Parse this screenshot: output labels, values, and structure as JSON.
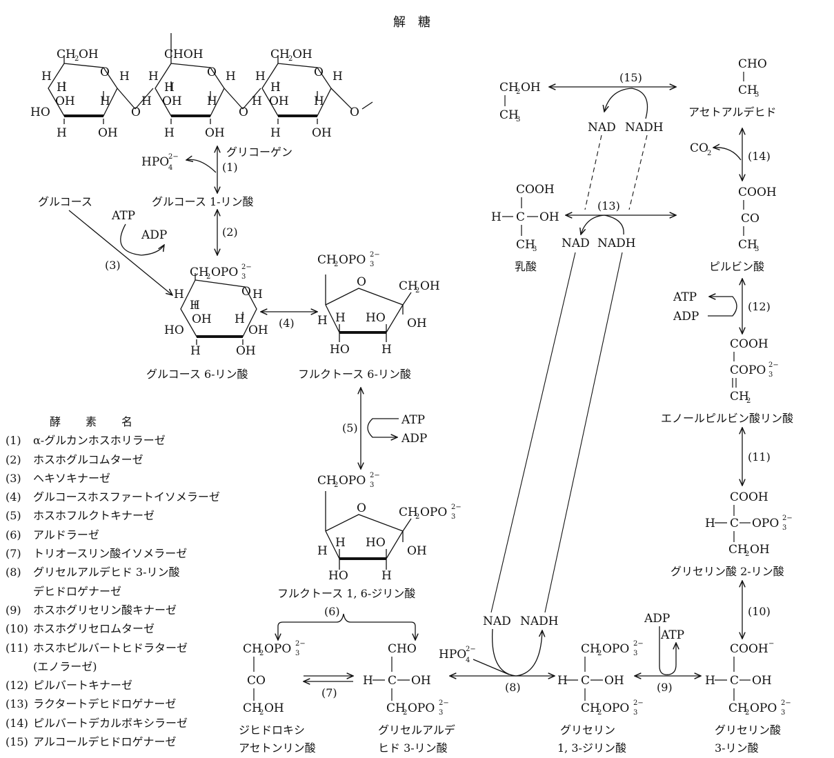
{
  "title": "解　糖",
  "enzyme_header": "酵　素　名",
  "enzymes": [
    {
      "num": "(1)",
      "name": "α-グルカンホスホリラーゼ"
    },
    {
      "num": "(2)",
      "name": "ホスホグルコムターゼ"
    },
    {
      "num": "(3)",
      "name": "ヘキソキナーゼ"
    },
    {
      "num": "(4)",
      "name": "グルコースホスファートイソメラーゼ"
    },
    {
      "num": "(5)",
      "name": "ホスホフルクトキナーゼ"
    },
    {
      "num": "(6)",
      "name": "アルドラーゼ"
    },
    {
      "num": "(7)",
      "name": "トリオースリン酸イソメラーゼ"
    },
    {
      "num": "(8)",
      "name": "グリセルアルデヒド 3-リン酸",
      "name2": "デヒドロゲナーゼ"
    },
    {
      "num": "(9)",
      "name": "ホスホグリセリン酸キナーゼ"
    },
    {
      "num": "(10)",
      "name": "ホスホグリセロムターゼ"
    },
    {
      "num": "(11)",
      "name": "ホスホピルバートヒドラターゼ",
      "name2": "(エノラーゼ)"
    },
    {
      "num": "(12)",
      "name": "ピルバートキナーゼ"
    },
    {
      "num": "(13)",
      "name": "ラクタートデヒドロゲナーゼ"
    },
    {
      "num": "(14)",
      "name": "ピルバートデカルボキシラーゼ"
    },
    {
      "num": "(15)",
      "name": "アルコールデヒドロゲナーゼ"
    }
  ],
  "compounds": {
    "glycogen": "グリコーゲン",
    "glucose": "グルコース",
    "g1p": "グルコース 1-リン酸",
    "g6p": "グルコース 6-リン酸",
    "f6p": "フルクトース 6-リン酸",
    "f16bp": "フルクトース 1, 6-ジリン酸",
    "dhap_1": "ジヒドロキシ",
    "dhap_2": "アセトンリン酸",
    "gap_1": "グリセルアルデ",
    "gap_2": "ヒド 3-リン酸",
    "bpg_1": "グリセリン",
    "bpg_2": "1, 3-ジリン酸",
    "pg3_1": "グリセリン酸",
    "pg3_2": "3-リン酸",
    "pg2": "グリセリン酸 2-リン酸",
    "pep": "エノールピルビン酸リン酸",
    "pyruvate": "ピルビン酸",
    "lactate": "乳酸",
    "acetaldehyde": "アセトアルデヒド"
  },
  "cofactors": {
    "atp": "ATP",
    "adp": "ADP",
    "nad": "NAD",
    "nadh": "NADH",
    "co2": "CO",
    "hpo": "HPO"
  },
  "steps": [
    "(1)",
    "(2)",
    "(3)",
    "(4)",
    "(5)",
    "(6)",
    "(7)",
    "(8)",
    "(9)",
    "(10)",
    "(11)",
    "(12)",
    "(13)",
    "(14)",
    "(15)"
  ],
  "atoms": {
    "H": "H",
    "O": "O",
    "C": "C",
    "OH": "OH",
    "HO": "HO",
    "CHOH": "CHOH",
    "CHO": "CHO",
    "CH": "CH",
    "CO": "CO",
    "COOH": "COOH",
    "COPO": "COPO",
    "OPO": "OPO",
    "two": "2",
    "three": "3",
    "four": "4",
    "charge": "2−",
    "minus": "−",
    "dash": "−",
    "double": "═"
  }
}
